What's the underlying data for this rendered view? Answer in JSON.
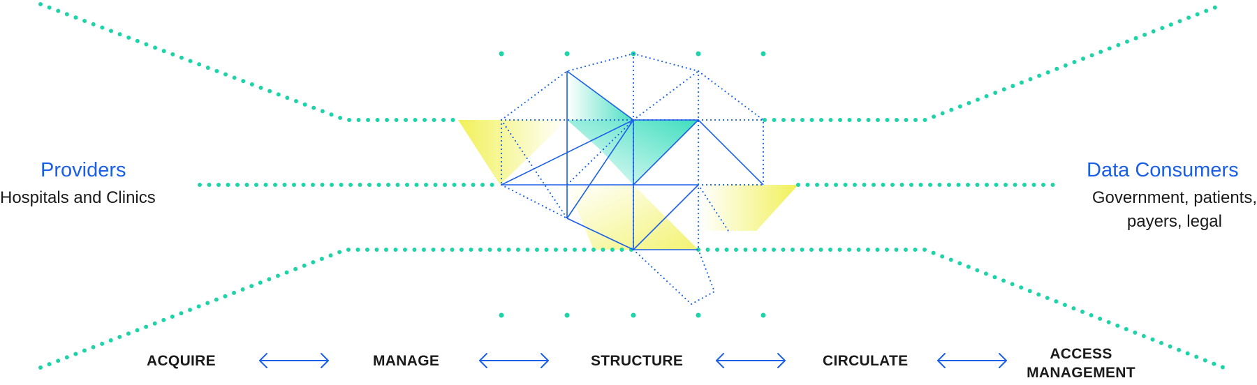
{
  "providers": {
    "title": "Providers",
    "subtitle": "Hospitals and Clinics"
  },
  "consumers": {
    "title": "Data Consumers",
    "subtitle_lines": [
      "Government, patients,",
      "payers, legal"
    ]
  },
  "stages": [
    "ACQUIRE",
    "MANAGE",
    "STRUCTURE",
    "CIRCULATE",
    "ACCESS",
    "MANAGEMENT"
  ],
  "colors": {
    "dots": "#1dd3a7",
    "lines": "#1a5fe8",
    "text_blue": "#1a5fe8",
    "yellow": "#f3f36a",
    "teal": "#3ce0c0"
  }
}
